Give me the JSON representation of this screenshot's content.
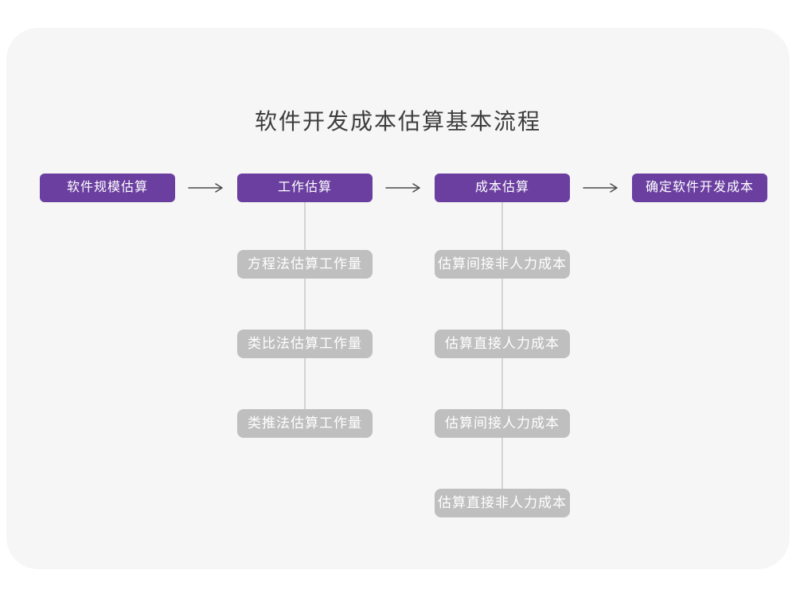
{
  "title": "软件开发成本估算基本流程",
  "flow": {
    "main_nodes": [
      {
        "label": "软件规模估算"
      },
      {
        "label": "工作估算"
      },
      {
        "label": "成本估算"
      },
      {
        "label": "确定软件开发成本"
      }
    ],
    "work_branch": {
      "items": [
        {
          "label": "方程法估算工作量"
        },
        {
          "label": "类比法估算工作量"
        },
        {
          "label": "类推法估算工作量"
        }
      ]
    },
    "cost_branch": {
      "items": [
        {
          "label": "估算间接非人力成本"
        },
        {
          "label": "估算直接人力成本"
        },
        {
          "label": "估算间接人力成本"
        },
        {
          "label": "估算直接非人力成本"
        }
      ]
    }
  },
  "colors": {
    "primary_node": "#6b3fa0",
    "secondary_node": "#bfbfbf",
    "canvas": "#f6f6f6",
    "connector": "#d4d4d4",
    "arrow": "#4a4a4a",
    "title_text": "#3d3d3d"
  }
}
